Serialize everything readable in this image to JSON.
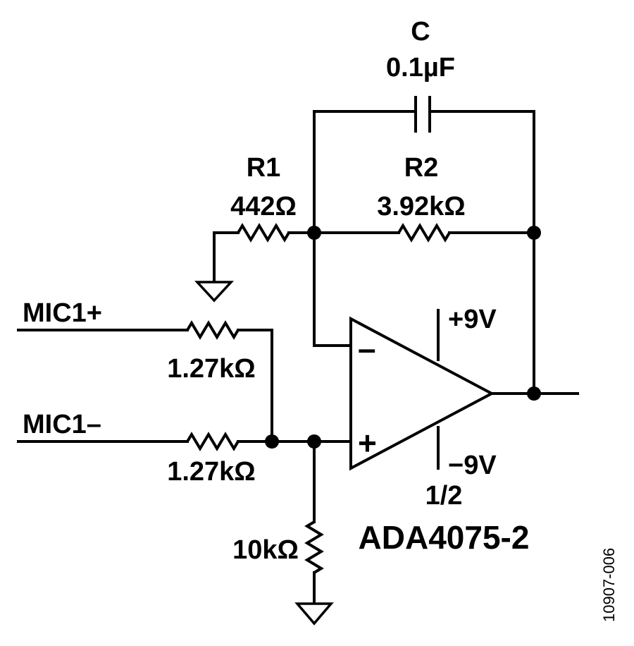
{
  "capacitor": {
    "ref": "C",
    "value": "0.1µF"
  },
  "r1": {
    "ref": "R1",
    "value": "442Ω"
  },
  "r2": {
    "ref": "R2",
    "value": "3.92kΩ"
  },
  "inputs": {
    "mic_plus": {
      "label": "MIC1+",
      "resistor": "1.27kΩ"
    },
    "mic_minus": {
      "label": "MIC1–",
      "resistor": "1.27kΩ"
    }
  },
  "bias_resistor": "10kΩ",
  "opamp": {
    "inverting_sign": "–",
    "noninverting_sign": "+",
    "supply_pos": "+9V",
    "supply_neg": "−9V",
    "section": "1/2",
    "part": "ADA4075-2"
  },
  "figure_id": "10907-006"
}
